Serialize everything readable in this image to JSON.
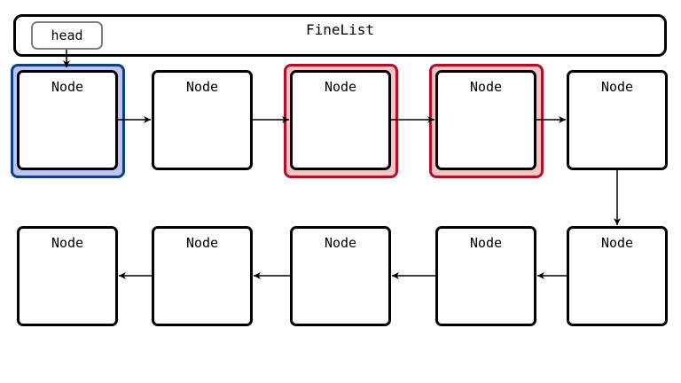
{
  "container": {
    "title": "FineList"
  },
  "head": {
    "label": "head"
  },
  "nodes": [
    {
      "label": "Node",
      "highlight": "blue"
    },
    {
      "label": "Node",
      "highlight": "none"
    },
    {
      "label": "Node",
      "highlight": "red"
    },
    {
      "label": "Node",
      "highlight": "red"
    },
    {
      "label": "Node",
      "highlight": "none"
    },
    {
      "label": "Node",
      "highlight": "none"
    },
    {
      "label": "Node",
      "highlight": "none"
    },
    {
      "label": "Node",
      "highlight": "none"
    },
    {
      "label": "Node",
      "highlight": "none"
    },
    {
      "label": "Node",
      "highlight": "none"
    }
  ],
  "colors": {
    "blue_fill": "#bcc4f4",
    "blue_border": "#123f80",
    "red_fill": "#f6c4c4",
    "red_border": "#b0102a",
    "stroke": "#000000"
  }
}
